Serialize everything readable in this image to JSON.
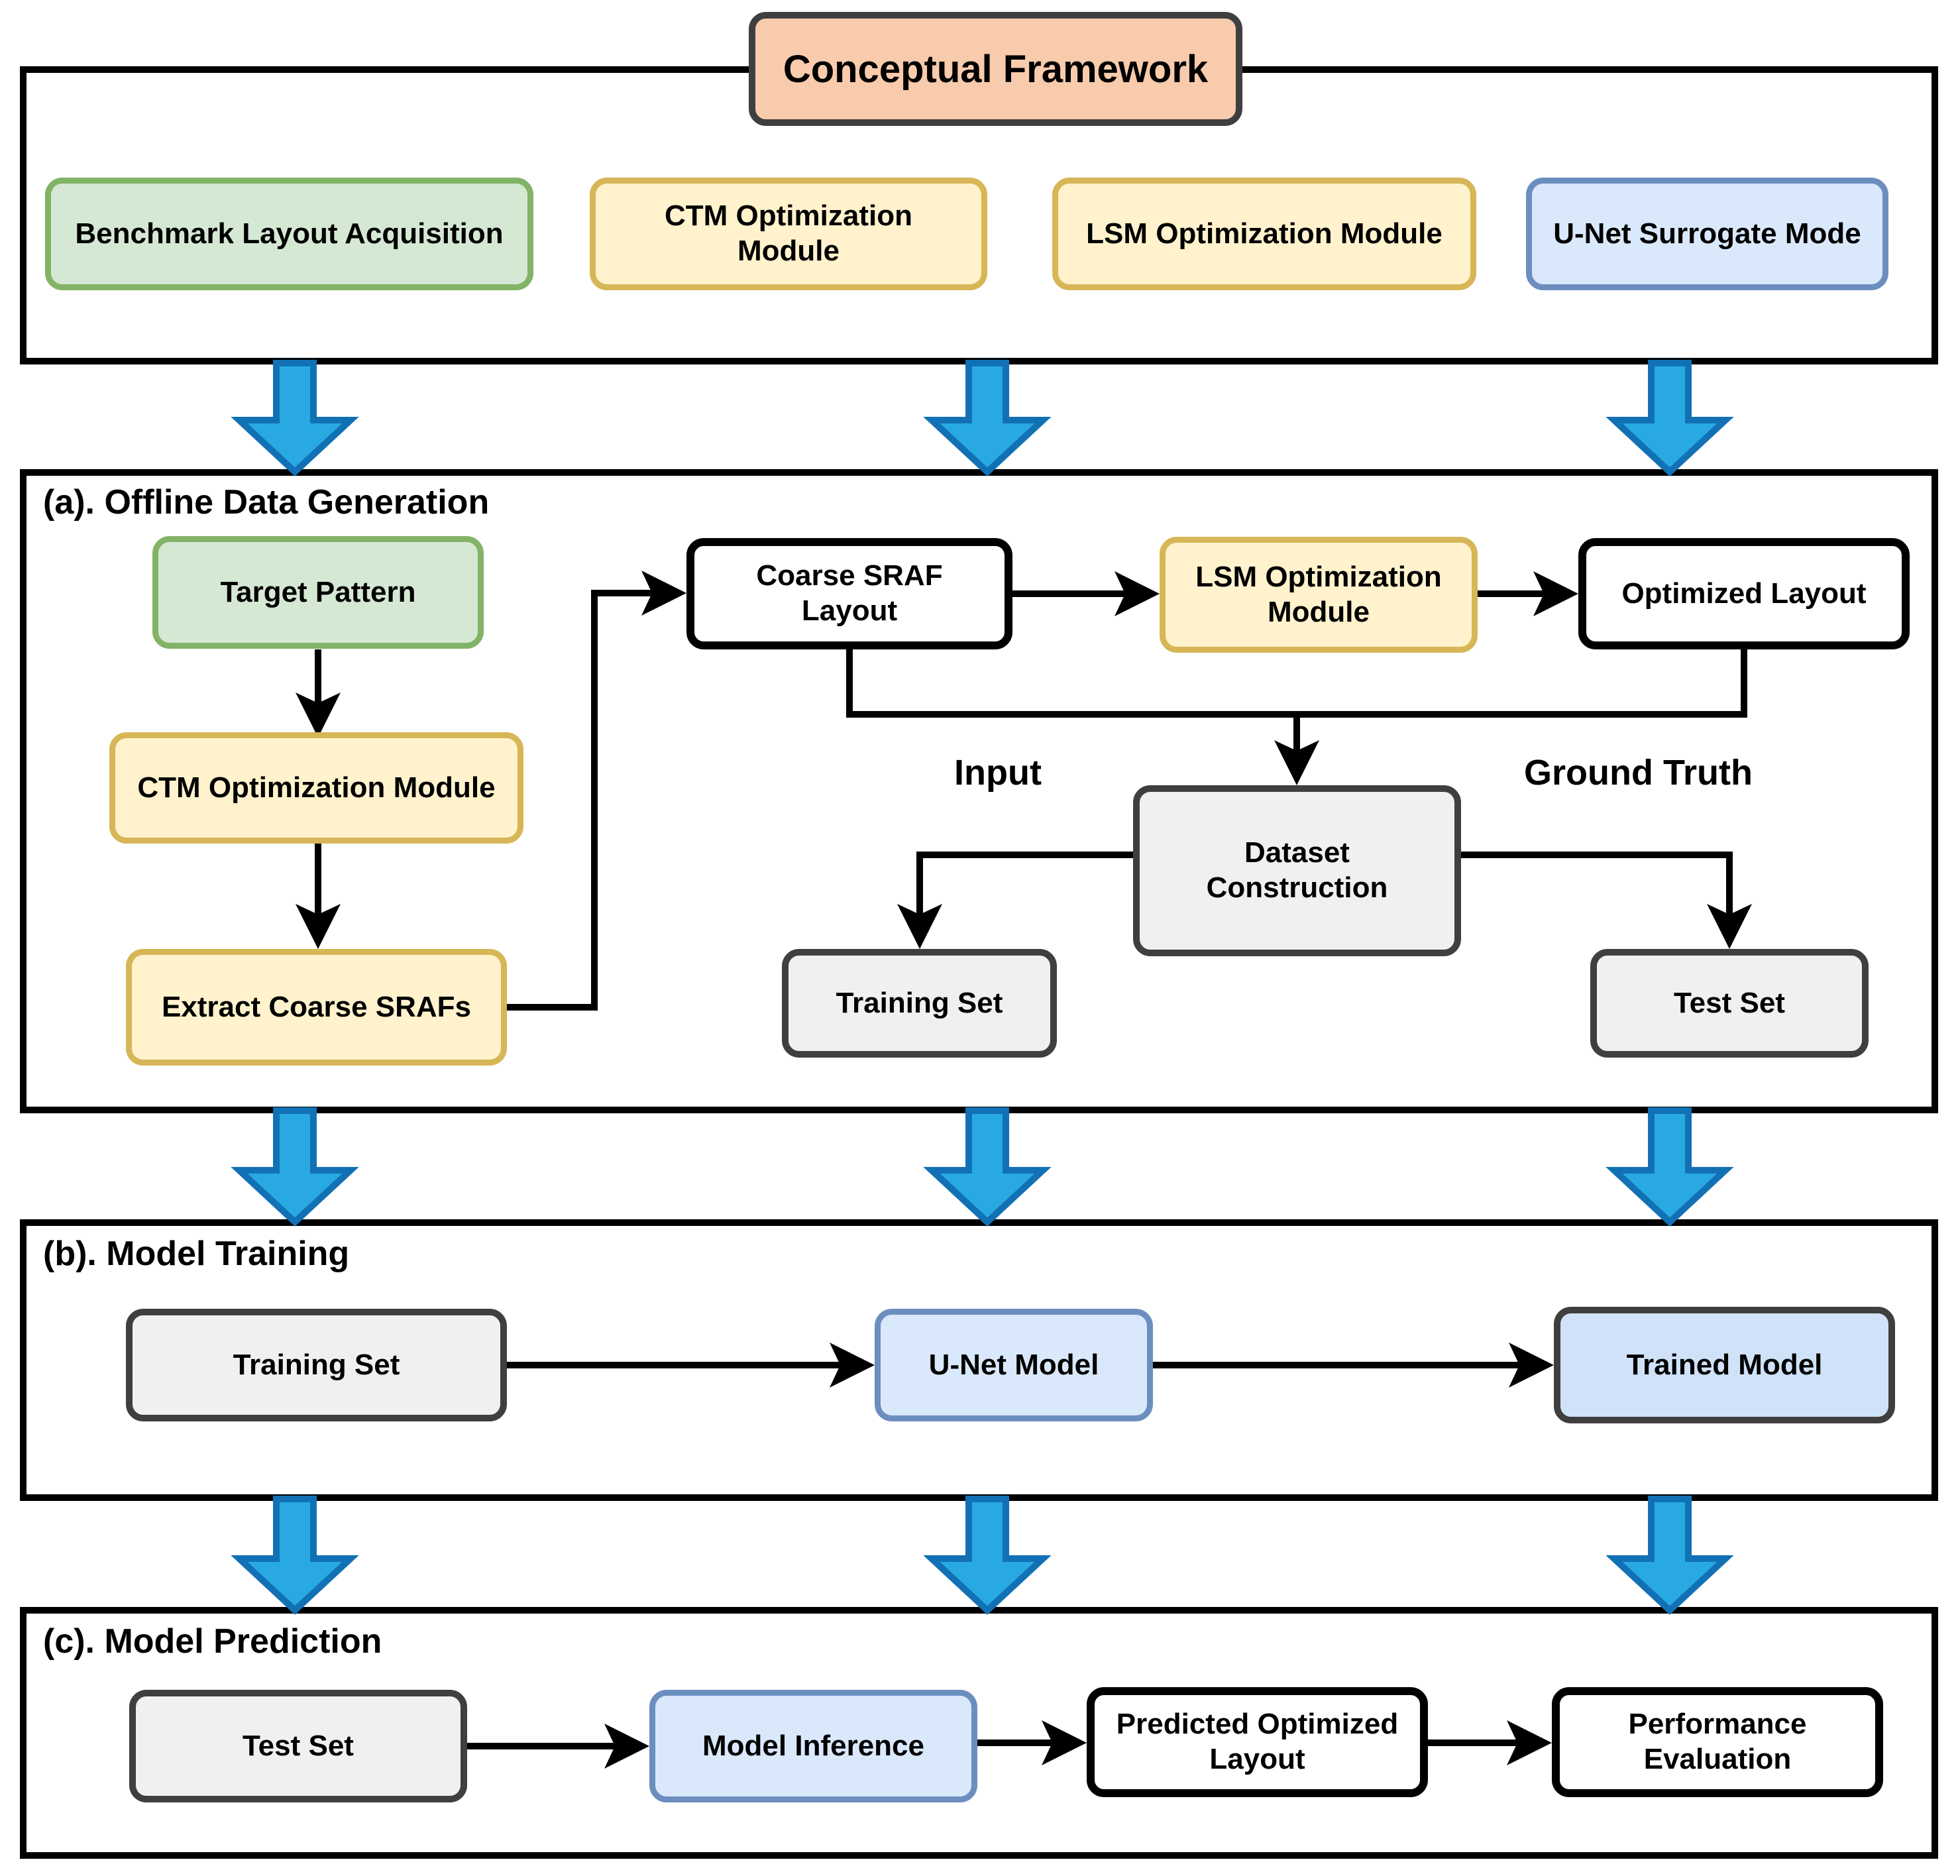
{
  "title": "Conceptual Framework",
  "colors": {
    "green_fill": "#D5E8D4",
    "green_border": "#82B366",
    "yellow_fill": "#FFF2CC",
    "yellow_border": "#D6B656",
    "blue_fill": "#DAE8FC",
    "blue_border": "#6C8EBF",
    "blue2_fill": "#D0E2F7",
    "gray_fill": "#F0F0F0",
    "dark_border": "#3F3F3F",
    "orange_fill": "#F8CBAD",
    "arrow_fill": "#29A9E2",
    "arrow_border": "#1271B5"
  },
  "modules_row": [
    {
      "label": "Benchmark Layout Acquisition",
      "type": "green"
    },
    {
      "label": "CTM Optimization\nModule",
      "type": "yellow"
    },
    {
      "label": "LSM Optimization Module",
      "type": "yellow"
    },
    {
      "label": "U-Net Surrogate Mode",
      "type": "blue"
    }
  ],
  "sections": {
    "a": {
      "header": "(a). Offline Data Generation",
      "nodes": {
        "target_pattern": "Target Pattern",
        "ctm_module": "CTM Optimization Module",
        "extract_srafs": "Extract Coarse SRAFs",
        "coarse_layout": "Coarse SRAF\nLayout",
        "lsm_module": "LSM Optimization\nModule",
        "optimized_layout": "Optimized Layout",
        "dataset_construction": "Dataset\nConstruction",
        "training_set": "Training Set",
        "test_set": "Test Set"
      },
      "labels": {
        "input": "Input",
        "ground_truth": "Ground Truth"
      }
    },
    "b": {
      "header": "(b). Model Training",
      "nodes": {
        "training_set": "Training Set",
        "unet_model": "U-Net Model",
        "trained_model": "Trained Model"
      }
    },
    "c": {
      "header": "(c). Model Prediction",
      "nodes": {
        "test_set": "Test Set",
        "model_inference": "Model Inference",
        "predicted_layout": "Predicted Optimized\nLayout",
        "performance_evaluation": "Performance\nEvaluation"
      }
    }
  }
}
